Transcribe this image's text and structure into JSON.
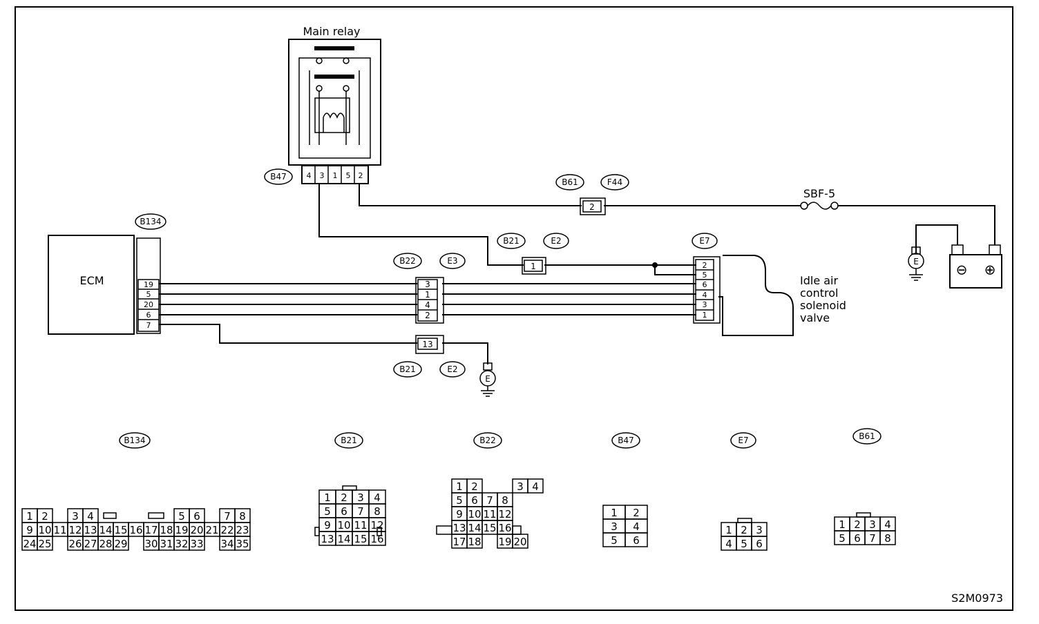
{
  "main_relay": {
    "title": "Main relay",
    "pins": [
      "4",
      "3",
      "1",
      "5",
      "2"
    ]
  },
  "ecm": {
    "label": "ECM",
    "pins": [
      "19",
      "5",
      "20",
      "6",
      "7"
    ]
  },
  "valve": {
    "lines": [
      "Idle air",
      "control",
      "solenoid",
      "valve"
    ]
  },
  "fuse": {
    "label": "SBF-5"
  },
  "ground": {
    "symbol": "E"
  },
  "battery": {
    "neg": "⊖",
    "pos": "⊕"
  },
  "tags": {
    "b47": "B47",
    "b61": "B61",
    "f44": "F44",
    "b134": "B134",
    "b21": "B21",
    "e2": "E2",
    "b22": "B22",
    "e3": "E3",
    "e7": "E7",
    "b21b": "B21",
    "e2b": "E2"
  },
  "connectors": {
    "b61_f44_pin": "2",
    "b21_e2_pin": "1",
    "b22_e3_pins": [
      "3",
      "1",
      "4",
      "2"
    ],
    "e7_pins": [
      "2",
      "5",
      "6",
      "4",
      "3",
      "1"
    ],
    "b21_e2_lower_pin": "13"
  },
  "views": {
    "b134": {
      "tag": "B134",
      "rows": [
        [
          "1",
          "2",
          "",
          "3",
          "4",
          "",
          "",
          "",
          "",
          "",
          "5",
          "6",
          "",
          "7",
          "8"
        ],
        [
          "9",
          "10",
          "11",
          "12",
          "13",
          "14",
          "15",
          "16",
          "17",
          "18",
          "19",
          "20",
          "21",
          "22",
          "23"
        ],
        [
          "24",
          "25",
          "",
          "26",
          "27",
          "28",
          "29",
          "",
          "30",
          "31",
          "32",
          "33",
          "",
          "34",
          "35"
        ]
      ]
    },
    "b21": {
      "tag": "B21",
      "rows": [
        [
          "1",
          "2",
          "3",
          "4"
        ],
        [
          "5",
          "6",
          "7",
          "8"
        ],
        [
          "9",
          "10",
          "11",
          "12"
        ],
        [
          "13",
          "14",
          "15",
          "16"
        ]
      ]
    },
    "b22": {
      "tag": "B22",
      "rows": [
        [
          "1",
          "2",
          "",
          "",
          "3",
          "4"
        ],
        [
          "5",
          "6",
          "7",
          "8"
        ],
        [
          "9",
          "10",
          "11",
          "12"
        ],
        [
          "13",
          "14",
          "15",
          "16"
        ],
        [
          "17",
          "18",
          "",
          "19",
          "20"
        ]
      ]
    },
    "b47": {
      "tag": "B47",
      "rows": [
        [
          "1",
          "2"
        ],
        [
          "3",
          "4"
        ],
        [
          "5",
          "6"
        ]
      ]
    },
    "e7": {
      "tag": "E7",
      "rows": [
        [
          "1",
          "2",
          "3"
        ],
        [
          "4",
          "5",
          "6"
        ]
      ]
    },
    "b61": {
      "tag": "B61",
      "rows": [
        [
          "1",
          "2",
          "3",
          "4"
        ],
        [
          "5",
          "6",
          "7",
          "8"
        ]
      ]
    }
  },
  "figure_id": "S2M0973"
}
